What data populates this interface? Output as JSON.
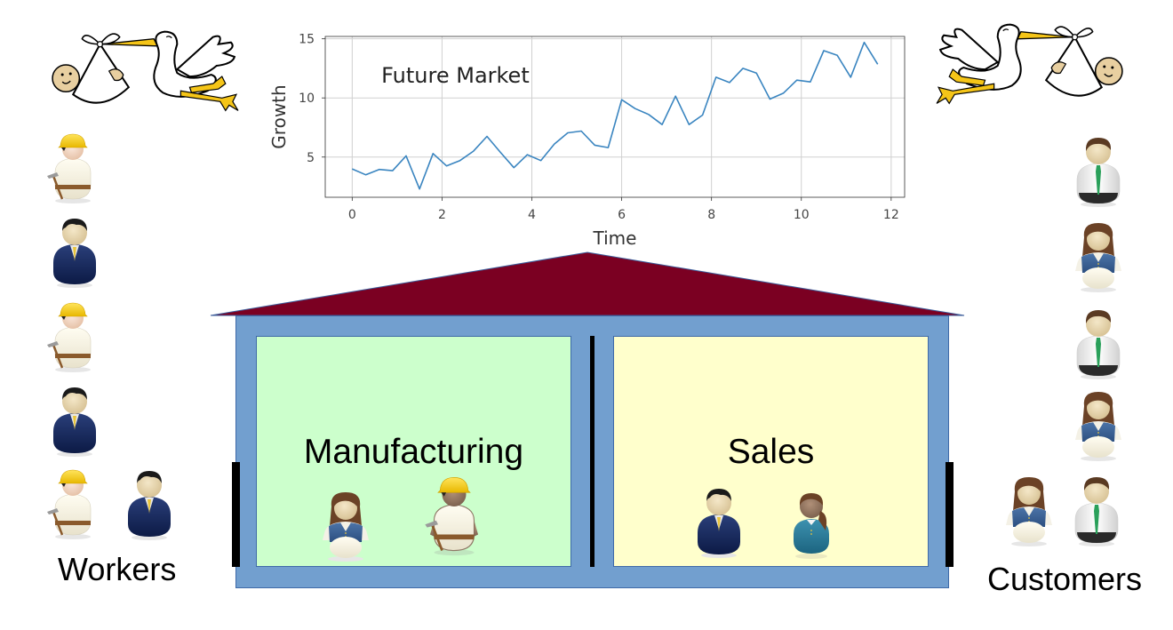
{
  "chart_data": {
    "type": "line",
    "title": "",
    "annotation": "Future Market",
    "xlabel": "Time",
    "ylabel": "Growth",
    "xlim": [
      -0.6,
      12.3
    ],
    "ylim": [
      1.6,
      15.2
    ],
    "xticks": [
      0,
      2,
      4,
      6,
      8,
      10,
      12
    ],
    "yticks": [
      5,
      10,
      15
    ],
    "grid": true,
    "legend": null,
    "series": [
      {
        "name": "growth",
        "color": "#3a85c0",
        "x": [
          0,
          0.3,
          0.6,
          0.9,
          1.2,
          1.5,
          1.8,
          2.1,
          2.4,
          2.7,
          3.0,
          3.3,
          3.6,
          3.9,
          4.2,
          4.5,
          4.8,
          5.1,
          5.4,
          5.7,
          6.0,
          6.3,
          6.6,
          6.9,
          7.2,
          7.5,
          7.8,
          8.1,
          8.4,
          8.7,
          9.0,
          9.3,
          9.6,
          9.9,
          10.2,
          10.5,
          10.8,
          11.1,
          11.4,
          11.7
        ],
        "y": [
          4.0,
          3.5,
          3.95,
          3.85,
          5.1,
          2.3,
          5.3,
          4.25,
          4.7,
          5.5,
          6.75,
          5.4,
          4.1,
          5.2,
          4.7,
          6.1,
          7.05,
          7.2,
          6.0,
          5.8,
          9.85,
          9.1,
          8.6,
          7.75,
          10.15,
          7.75,
          8.55,
          11.75,
          11.3,
          12.5,
          12.1,
          9.9,
          10.4,
          11.5,
          11.35,
          14.0,
          13.6,
          11.75,
          14.7,
          12.85
        ]
      }
    ]
  },
  "diagram": {
    "left_group": {
      "label": "Workers",
      "stork_icon": "stork-delivering-baby-icon",
      "people": [
        {
          "icon": "construction-worker-icon"
        },
        {
          "icon": "businessman-icon"
        },
        {
          "icon": "construction-worker-icon"
        },
        {
          "icon": "businessman-icon"
        },
        {
          "icon": "construction-worker-icon"
        },
        {
          "icon": "businessman-icon"
        }
      ]
    },
    "right_group": {
      "label": "Customers",
      "stork_icon": "stork-delivering-baby-icon",
      "people": [
        {
          "icon": "man-green-tie-icon"
        },
        {
          "icon": "woman-vest-icon"
        },
        {
          "icon": "man-green-tie-icon"
        },
        {
          "icon": "woman-vest-icon"
        },
        {
          "icon": "woman-vest-icon"
        },
        {
          "icon": "man-green-tie-icon"
        }
      ]
    },
    "building": {
      "colors": {
        "roof": "#7b0022",
        "wall": "#729fcf",
        "manufacturing_room": "#ccffcc",
        "sales_room": "#ffffcc",
        "door": "#000000"
      },
      "rooms": [
        {
          "title": "Manufacturing",
          "occupants": [
            {
              "icon": "woman-vest-icon"
            },
            {
              "icon": "construction-worker-icon"
            }
          ]
        },
        {
          "title": "Sales",
          "occupants": [
            {
              "icon": "businessman-icon"
            },
            {
              "icon": "woman-teal-shirt-icon"
            }
          ]
        }
      ]
    }
  }
}
